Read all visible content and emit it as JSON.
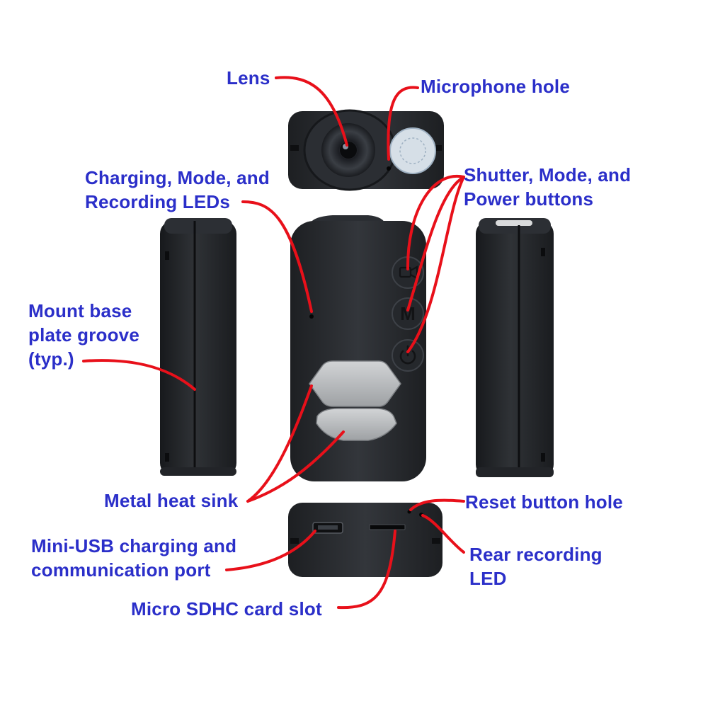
{
  "colors": {
    "label_text": "#2b2fc9",
    "leader_line": "#e8101a",
    "camera_body": "#2a2d31",
    "heat_sink": "#b9bcbf"
  },
  "labels": {
    "lens": "Lens",
    "microphone_hole": "Microphone hole",
    "leds": {
      "line1": "Charging, Mode, and",
      "line2": "Recording LEDs"
    },
    "buttons": {
      "line1": "Shutter, Mode, and",
      "line2": "Power buttons"
    },
    "mount_groove": {
      "line1": "Mount base",
      "line2": "plate groove",
      "line3": "(typ.)"
    },
    "heat_sink": "Metal heat sink",
    "reset_hole": "Reset button hole",
    "usb_port": {
      "line1": "Mini-USB charging and",
      "line2": "communication port"
    },
    "rear_led": {
      "line1": "Rear recording",
      "line2": "LED"
    },
    "sd_slot": "Micro SDHC card slot"
  },
  "button_glyphs": {
    "mode": "M"
  },
  "icons": [
    "video-camera-icon",
    "power-icon"
  ]
}
